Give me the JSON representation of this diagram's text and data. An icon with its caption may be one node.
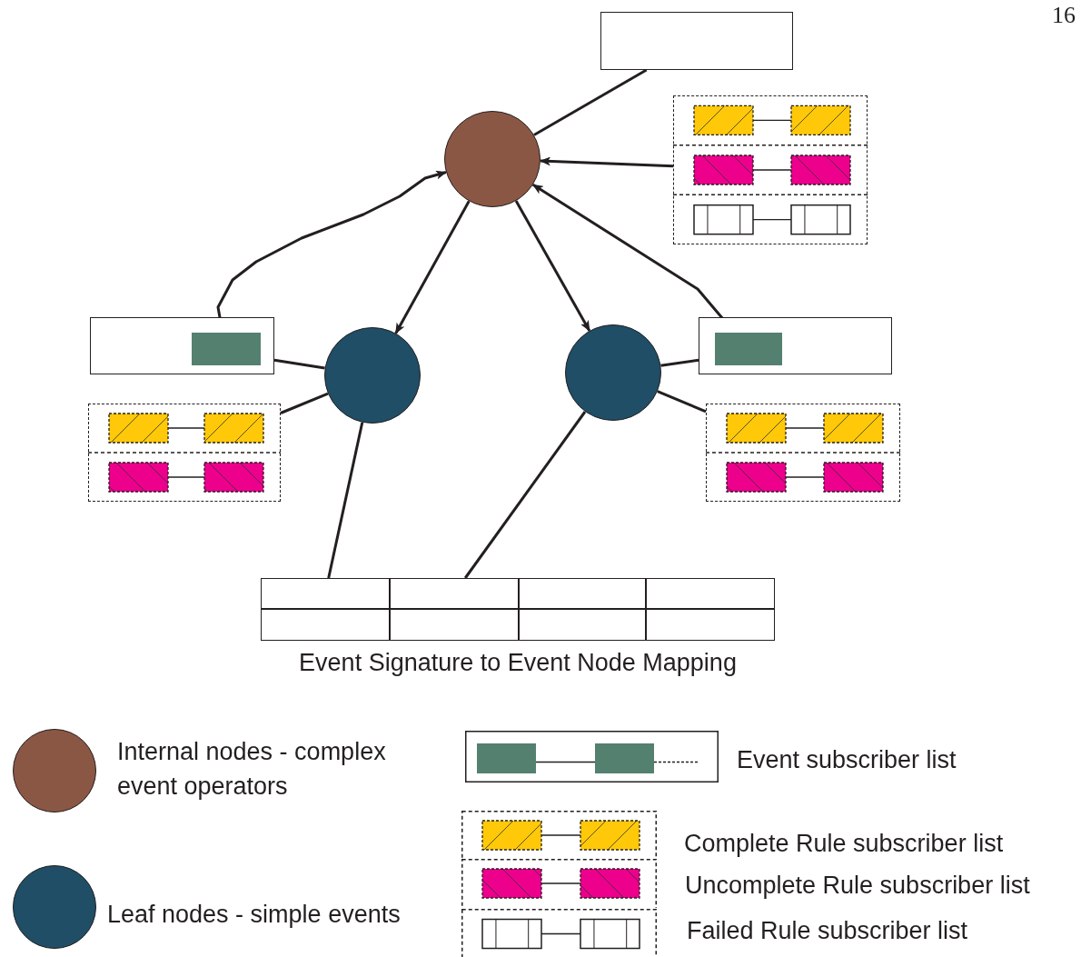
{
  "diagram": {
    "nodes": [
      {
        "text": [],
        "shape": "box"
      },
      {
        "text": [],
        "shape": "circle"
      },
      {
        "text": [],
        "shape": "box"
      },
      {
        "text": [],
        "shape": "box"
      },
      {
        "text": [],
        "shape": "bar",
        "in": 3
      },
      {
        "text": [],
        "shape": "circle"
      },
      {
        "text": [],
        "shape": "circle"
      },
      {
        "text": [],
        "shape": "box"
      },
      {
        "text": [],
        "shape": "bar",
        "in": 7
      },
      {
        "text": [],
        "shape": "box"
      },
      {
        "text": [],
        "shape": "box"
      },
      {
        "text": [
          "Event Signature to Event Node Mapping"
        ]
      },
      {
        "text": [],
        "shape": "box",
        "in": 11
      },
      {
        "text": [],
        "shape": "box",
        "in": 11
      },
      {
        "text": [],
        "shape": "box",
        "in": 11
      },
      {
        "text": [],
        "shape": "box",
        "in": 11
      },
      {
        "text": [],
        "shape": "box",
        "in": 11
      },
      {
        "text": [],
        "shape": "box",
        "in": 11
      },
      {
        "text": [],
        "shape": "box",
        "in": 11
      },
      {
        "text": [],
        "shape": "box",
        "in": 11
      }
    ],
    "edges": [
      {
        "from": 0,
        "to": 1,
        "arrow": "none"
      },
      {
        "from": 2,
        "to": 1,
        "arrow": "to"
      },
      {
        "from": 4,
        "to": 1,
        "arrow": "to"
      },
      {
        "from": 8,
        "to": 1,
        "arrow": "to"
      },
      {
        "from": 1,
        "to": 5,
        "arrow": "to"
      },
      {
        "from": 1,
        "to": 6,
        "arrow": "to"
      },
      {
        "from": 3,
        "to": 5,
        "arrow": "none"
      },
      {
        "from": 9,
        "to": 5,
        "arrow": "none"
      },
      {
        "from": 7,
        "to": 6,
        "arrow": "none"
      },
      {
        "from": 10,
        "to": 6,
        "arrow": "none"
      },
      {
        "from": 5,
        "to": 12,
        "arrow": "none"
      },
      {
        "from": 6,
        "to": 13,
        "arrow": "none"
      }
    ],
    "labels": [
      "16"
    ],
    "legend": [
      {
        "text": "Internal nodes - complex event operators",
        "color": "#8b5745"
      },
      {
        "text": "Leaf nodes - simple events",
        "color": "#1f4e66"
      },
      {
        "text": "Event subscriber list"
      },
      {
        "text": "Complete Rule subscriber list"
      },
      {
        "text": "Uncomplete Rule subscriber list"
      },
      {
        "text": "Failed Rule subscriber list"
      }
    ]
  }
}
